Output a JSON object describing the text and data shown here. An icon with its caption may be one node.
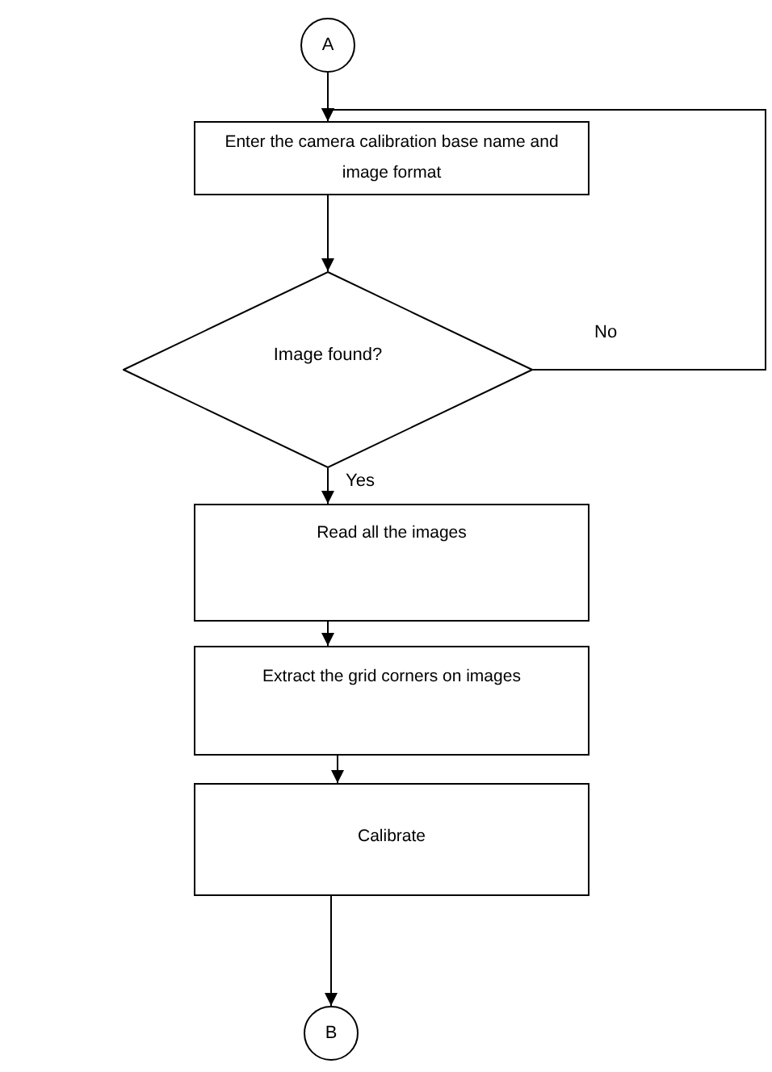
{
  "diagram": {
    "nodes": [
      {
        "text": [
          "A"
        ]
      },
      {
        "text": [
          "Enter the camera calibration base name and image format"
        ]
      },
      {
        "text": [
          "Image found?"
        ]
      },
      {
        "text": [
          "Read all the images"
        ]
      },
      {
        "text": [
          "Extract the grid corners on images"
        ]
      },
      {
        "text": [
          "Calibrate"
        ]
      },
      {
        "text": [
          "B"
        ]
      }
    ],
    "edges": [
      {
        "from": 0,
        "to": 1,
        "arrow": "to"
      },
      {
        "from": 1,
        "to": 2,
        "arrow": "to"
      },
      {
        "from": 2,
        "to": 3,
        "arrow": "to",
        "label": "Yes"
      },
      {
        "from": 3,
        "to": 4,
        "arrow": "to"
      },
      {
        "from": 4,
        "to": 5,
        "arrow": "to"
      },
      {
        "from": 5,
        "to": 6,
        "arrow": "to"
      },
      {
        "from": 2,
        "to": 1,
        "arrow": "to",
        "label": "No"
      }
    ]
  }
}
